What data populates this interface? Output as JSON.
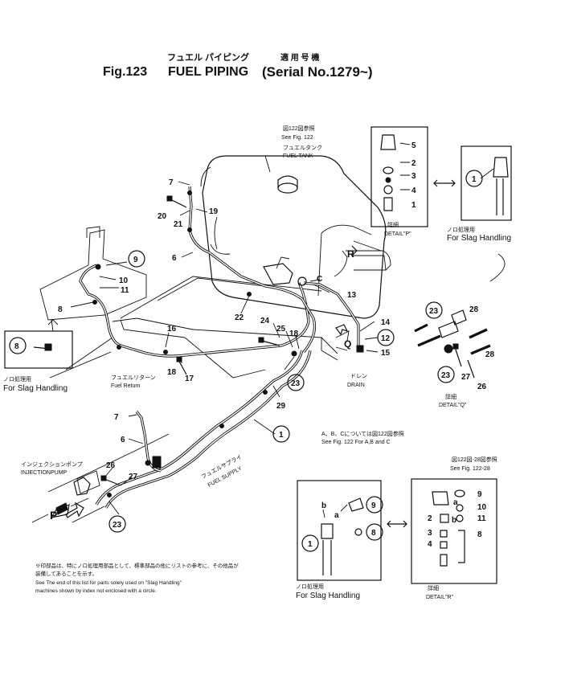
{
  "title": {
    "jp_name": "フュエル パイピング",
    "jp_serial": "適 用 号 機",
    "fig": "Fig.123",
    "name": "FUEL PIPING",
    "serial": "(Serial No.1279~)"
  },
  "labels": {
    "fuel_tank_jp": "フュエルタンク",
    "fuel_tank": "FUEL TANK",
    "see_fig_122_jp": "図122図参照",
    "see_fig_122": "See Fig. 122",
    "fuel_return_jp": "フュエルリターン",
    "fuel_return": "Fuel Return",
    "fuel_supply_jp": "フュエルサプライ",
    "fuel_supply": "FUEL SUPPLY",
    "injection_pump_jp": "インジェクションポンプ",
    "injection_pump": "INJECTIONPUMP",
    "drain_jp": "ドレン",
    "drain": "DRAIN",
    "slag_jp_1": "ノロ処理用",
    "slag_1": "For Slag Handling",
    "slag_jp_2": "ノロ処理用",
    "slag_2": "For Slag Handling",
    "slag_jp_3": "ノロ処理用",
    "slag_3": "For Slag Handling",
    "detail_p_jp": "詳細",
    "detail_p": "DETAIL\"P\"",
    "detail_q_jp": "詳細",
    "detail_q": "DETAIL\"Q\"",
    "detail_r_jp": "詳細",
    "detail_r": "DETAIL\"R\"",
    "abc_note_jp": "A、B、Cについては図122図参照",
    "abc_note": "See Fig. 122 For A,B and C",
    "see_fig_122_28_jp": "図122図-28図参照",
    "see_fig_122_28": "See Fig. 122-28",
    "letter_p": "P",
    "letter_q": "Q",
    "letter_r": "R",
    "letter_c": "C",
    "letter_a": "a",
    "letter_b": "b",
    "letter_a2": "a",
    "letter_b2": "b"
  },
  "footnote": {
    "jp_1": "※印部品は、特にノロ処理用部品として、標準部品の他にリストの参考に、その他品が",
    "jp_2": "装備してあることを示す。",
    "en_1": "See The end of this list for parts solely used on \"Slag Handling\"",
    "en_2": "machines shown by index not enclosed with a circle."
  },
  "parts": {
    "p1": "1",
    "p2": "2",
    "p3": "3",
    "p4": "4",
    "p5": "5",
    "p6": "6",
    "p6b": "6",
    "p7": "7",
    "p7b": "7",
    "p8": "8",
    "p8b": "8",
    "p8c": "8",
    "p8r": "8",
    "p9": "9",
    "p9b": "9",
    "p9r": "9",
    "p10": "10",
    "p10r": "10",
    "p11": "11",
    "p11r": "11",
    "p12": "12",
    "p13": "13",
    "p14": "14",
    "p15": "15",
    "p16": "16",
    "p17": "17",
    "p18": "18",
    "p18b": "18",
    "p19": "19",
    "p20": "20",
    "p21": "21",
    "p22": "22",
    "p23a": "23",
    "p23b": "23",
    "p23q1": "23",
    "p23q2": "23",
    "p24": "24",
    "p25": "25",
    "p26": "26",
    "p26q": "26",
    "p27": "27",
    "p27q": "27",
    "p28q1": "28",
    "p28q2": "28",
    "p29": "29",
    "pd1": "1",
    "pd1b": "1",
    "pd2": "2",
    "pd2r": "2",
    "pd3": "3",
    "pd3r": "3",
    "pd4": "4",
    "pd4r": "4",
    "pd5": "5"
  }
}
